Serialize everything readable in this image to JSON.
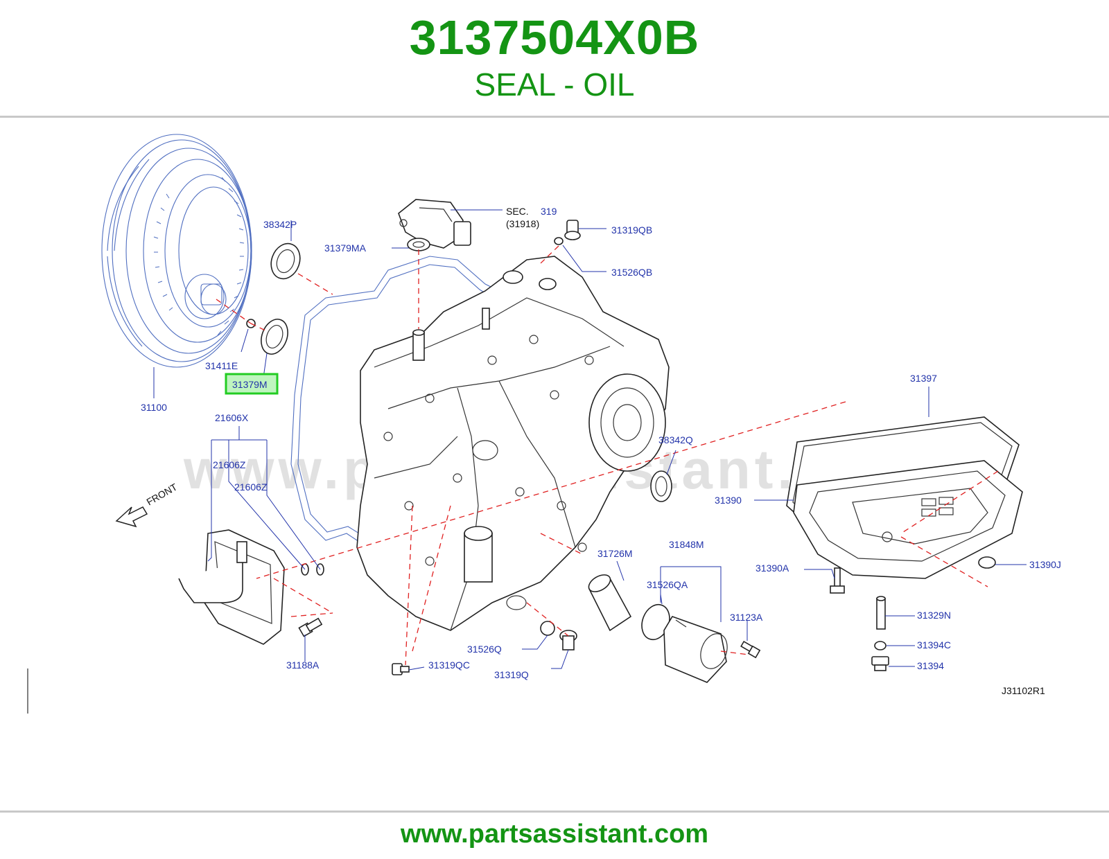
{
  "header": {
    "part_number": "3137504X0B",
    "part_name": "SEAL - OIL"
  },
  "footer": {
    "url": "www.partsassistant.com"
  },
  "watermark": "www.partsassistant.com",
  "diagram": {
    "code": "J31102R1",
    "front_label": "FRONT",
    "sec_ref": {
      "prefix": "SEC.",
      "number": "319",
      "part": "(31918)"
    },
    "highlighted_label": "31379M",
    "labels": {
      "l_38342P": "38342P",
      "l_31379MA": "31379MA",
      "l_31319QB": "31319QB",
      "l_31526QB": "31526QB",
      "l_31411E": "31411E",
      "l_31379M": "31379M",
      "l_31100": "31100",
      "l_21606X": "21606X",
      "l_21606Z_a": "21606Z",
      "l_21606Z_b": "21606Z",
      "l_31188A": "31188A",
      "l_31319QC": "31319QC",
      "l_31526Q": "31526Q",
      "l_31319Q": "31319Q",
      "l_31726M": "31726M",
      "l_31848M": "31848M",
      "l_31526QA": "31526QA",
      "l_31123A": "31123A",
      "l_38342Q": "38342Q",
      "l_31397": "31397",
      "l_31390": "31390",
      "l_31390A": "31390A",
      "l_31390J": "31390J",
      "l_31329N": "31329N",
      "l_31394C": "31394C",
      "l_31394": "31394"
    }
  },
  "colors": {
    "brand_green": "#149414",
    "label_blue": "#2233aa",
    "highlight_green": "#22cc22",
    "highlight_fill": "#bff5bf",
    "dash_red": "#e02020"
  }
}
